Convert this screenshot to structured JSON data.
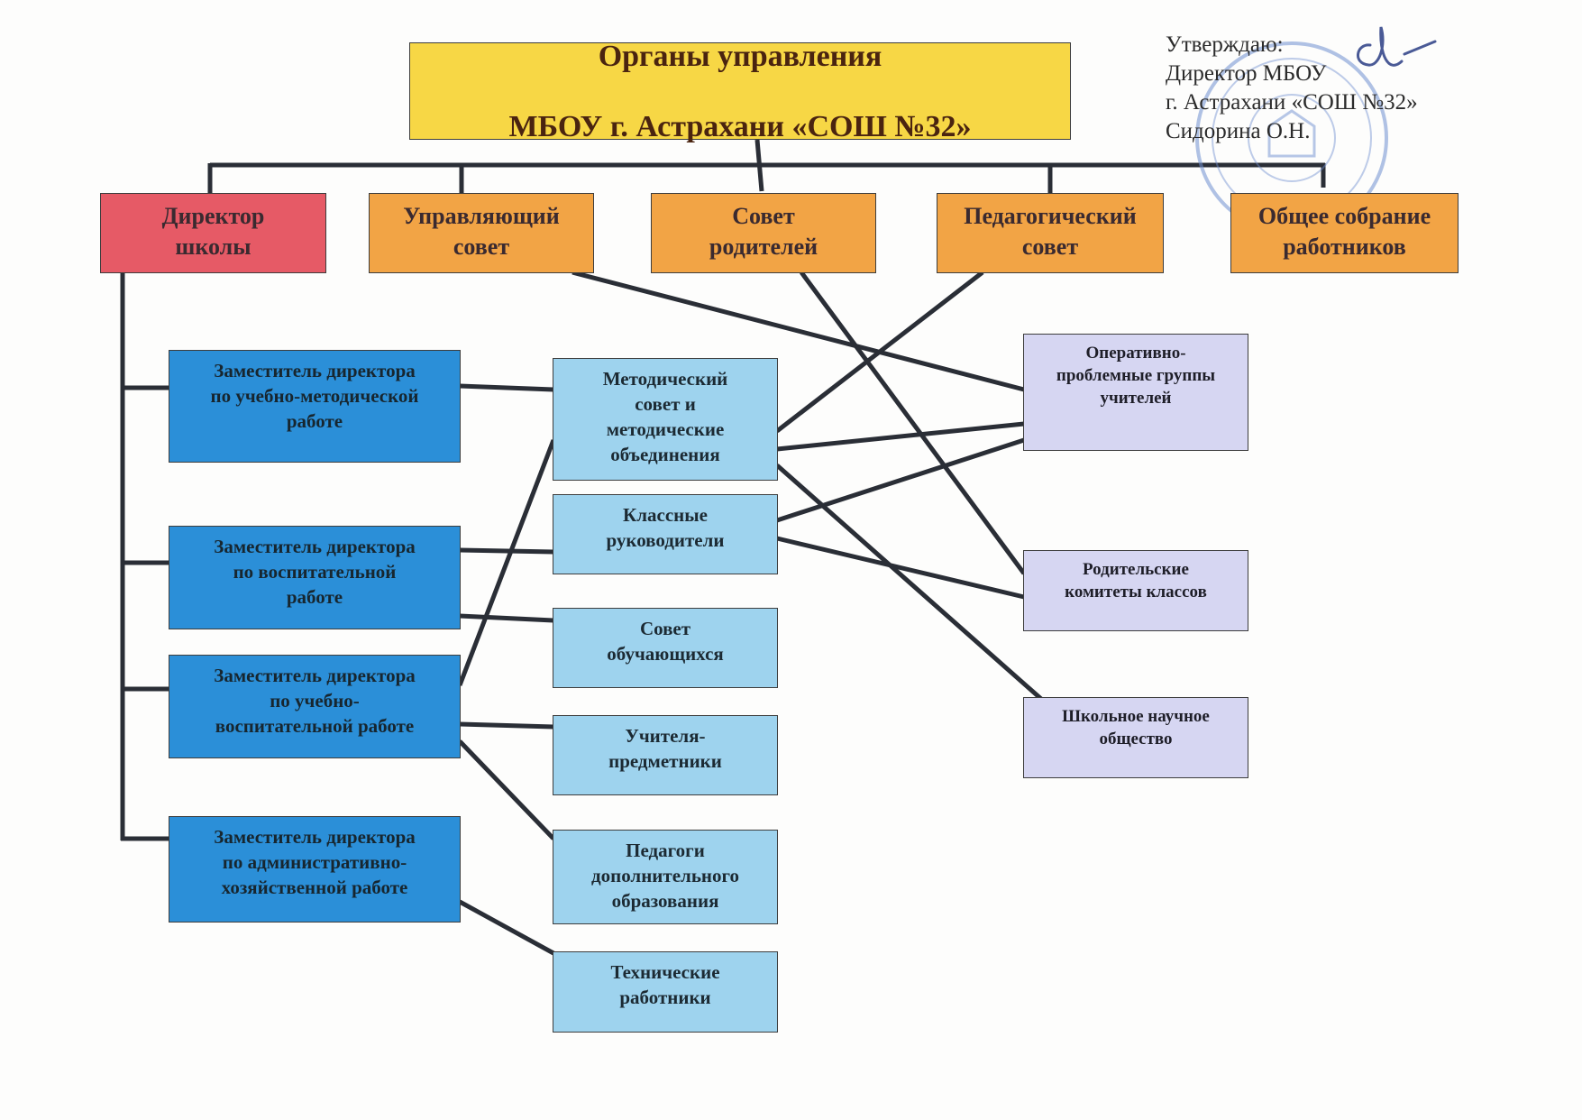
{
  "colors": {
    "title": "#f7d745",
    "director": "#e65a66",
    "council": "#f2a445",
    "deputy": "#2b8fd8",
    "unit": "#9ed3ee",
    "group": "#d6d6f2",
    "connector": "#2a2e36",
    "stamp": "#6f8fd0"
  },
  "title": {
    "line1": "Органы управления",
    "line2": "МБОУ г. Астрахани «СОШ №32»"
  },
  "approval": {
    "line1": "Утверждаю:",
    "line2": "Директор МБОУ",
    "line3": "г. Астрахани «СОШ №32»",
    "line4": "Сидорина О.Н."
  },
  "heads": {
    "director": "Директор\nшколы",
    "governing_council": "Управляющий\nсовет",
    "parents_council": "Совет\nродителей",
    "pedagogical_council": "Педагогический\nсовет",
    "general_meeting": "Общее собрание\nработников"
  },
  "deputies": {
    "methodical": "Заместитель директора\nпо учебно-методической\nработе",
    "educational": "Заместитель директора\nпо воспитательной\nработе",
    "academic_educational": "Заместитель директора\nпо учебно-\nвоспитательной работе",
    "administrative": "Заместитель директора\nпо административно-\nхозяйственной работе"
  },
  "units": {
    "methodical_council": "Методический\nсовет и\nметодические\nобъединения",
    "class_teachers": "Классные\nруководители",
    "student_council": "Совет\nобучающихся",
    "subject_teachers": "Учителя-\nпредметники",
    "extra_educators": "Педагоги\nдополнительного\nобразования",
    "technical_staff": "Технические\nработники"
  },
  "groups": {
    "problem_groups": "Оперативно-\nпроблемные группы\nучителей",
    "parent_committees": "Родительские\nкомитеты классов",
    "science_society": "Школьное научное\nобщество"
  }
}
